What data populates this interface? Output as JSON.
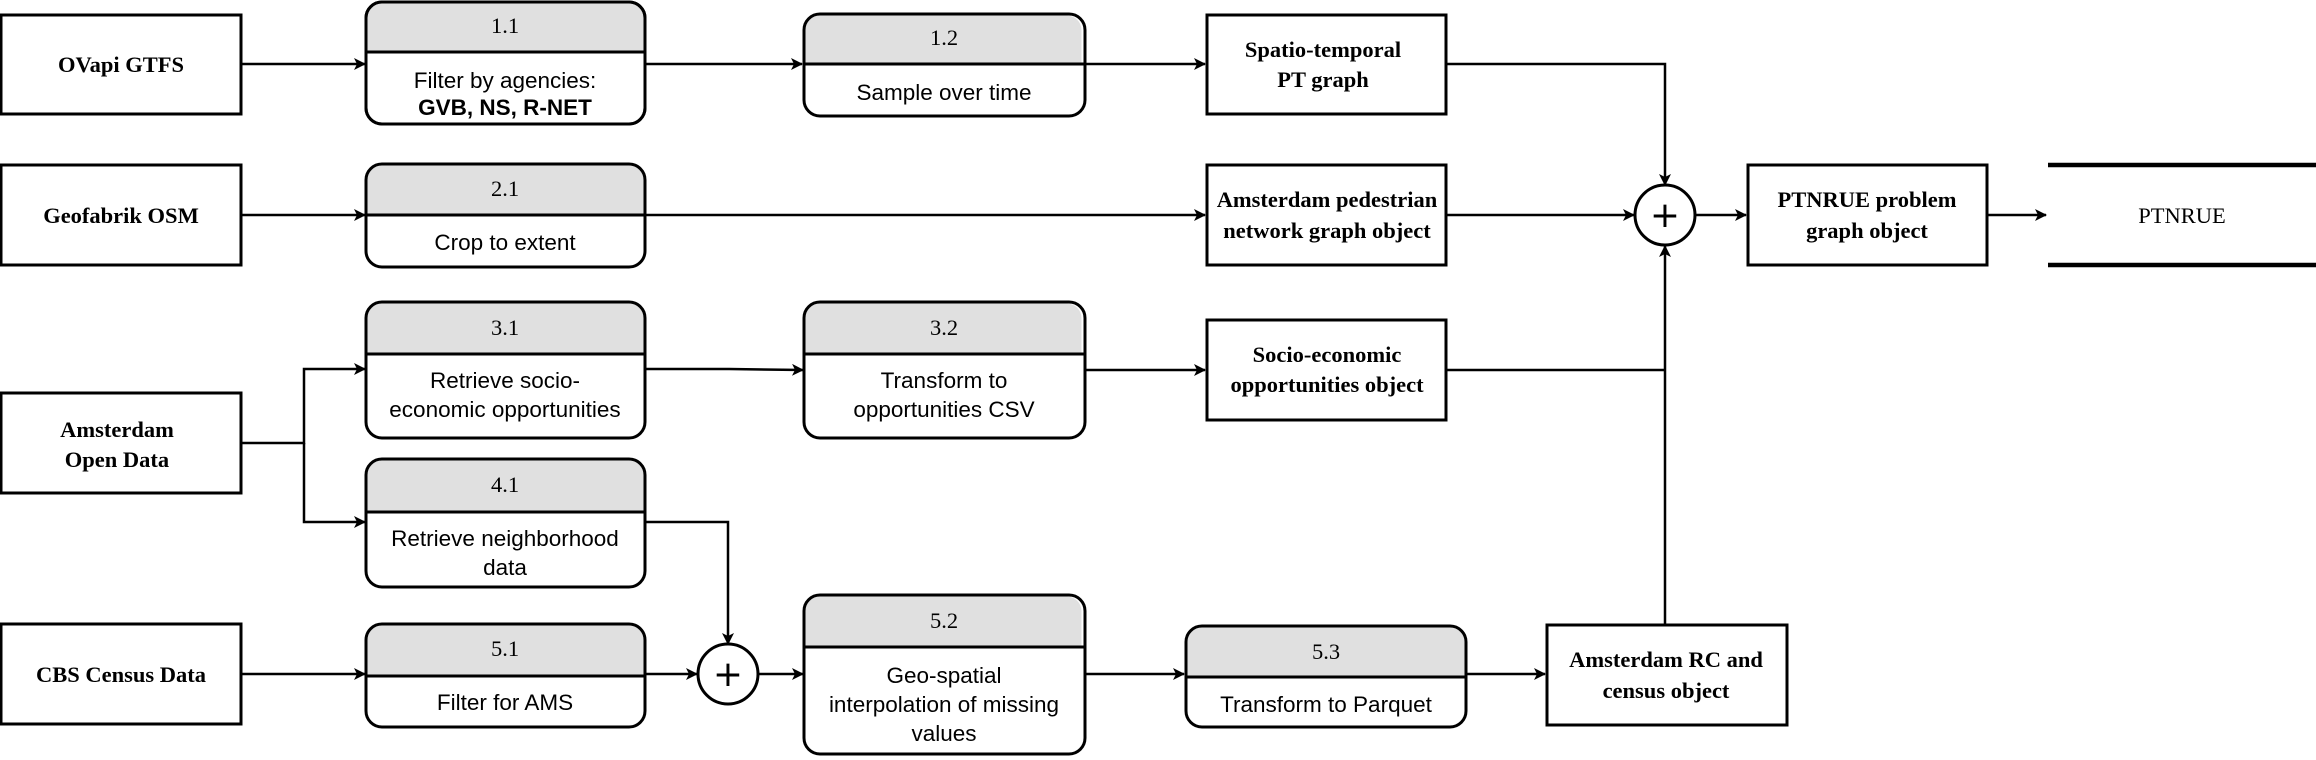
{
  "sources": {
    "ovapi": {
      "lines": [
        "OVapi GTFS"
      ]
    },
    "geofabrik": {
      "lines": [
        "Geofabrik OSM"
      ]
    },
    "amsterdam_open": {
      "lines": [
        "Amsterdam",
        "Open Data"
      ]
    },
    "cbs": {
      "lines": [
        "CBS Census Data"
      ]
    }
  },
  "processes": {
    "p11": {
      "id": "1.1",
      "lines": [
        "Filter by agencies:"
      ],
      "bold_lines": [
        "GVB, NS, R-NET"
      ]
    },
    "p12": {
      "id": "1.2",
      "lines": [
        "Sample over time"
      ]
    },
    "p21": {
      "id": "2.1",
      "lines": [
        "Crop to extent"
      ]
    },
    "p31": {
      "id": "3.1",
      "lines": [
        "Retrieve socio-",
        "economic opportunities"
      ]
    },
    "p32": {
      "id": "3.2",
      "lines": [
        "Transform to",
        "opportunities CSV"
      ]
    },
    "p41": {
      "id": "4.1",
      "lines": [
        "Retrieve neighborhood",
        "data"
      ]
    },
    "p51": {
      "id": "5.1",
      "lines": [
        "Filter for AMS"
      ]
    },
    "p52": {
      "id": "5.2",
      "lines": [
        "Geo-spatial",
        "interpolation of missing",
        "values"
      ]
    },
    "p53": {
      "id": "5.3",
      "lines": [
        "Transform to Parquet"
      ]
    }
  },
  "objects": {
    "pt_graph": {
      "lines": [
        "Spatio-temporal",
        "PT graph"
      ]
    },
    "ped_graph": {
      "lines": [
        "Amsterdam pedestrian",
        "network graph object"
      ]
    },
    "socio": {
      "lines": [
        "Socio-economic",
        "opportunities object"
      ]
    },
    "rc_census": {
      "lines": [
        "Amsterdam RC and",
        "census object"
      ]
    },
    "problem": {
      "lines": [
        "PTNRUE problem",
        "graph object"
      ]
    }
  },
  "merge_symbol": "+",
  "datastore": {
    "label": "PTNRUE"
  }
}
